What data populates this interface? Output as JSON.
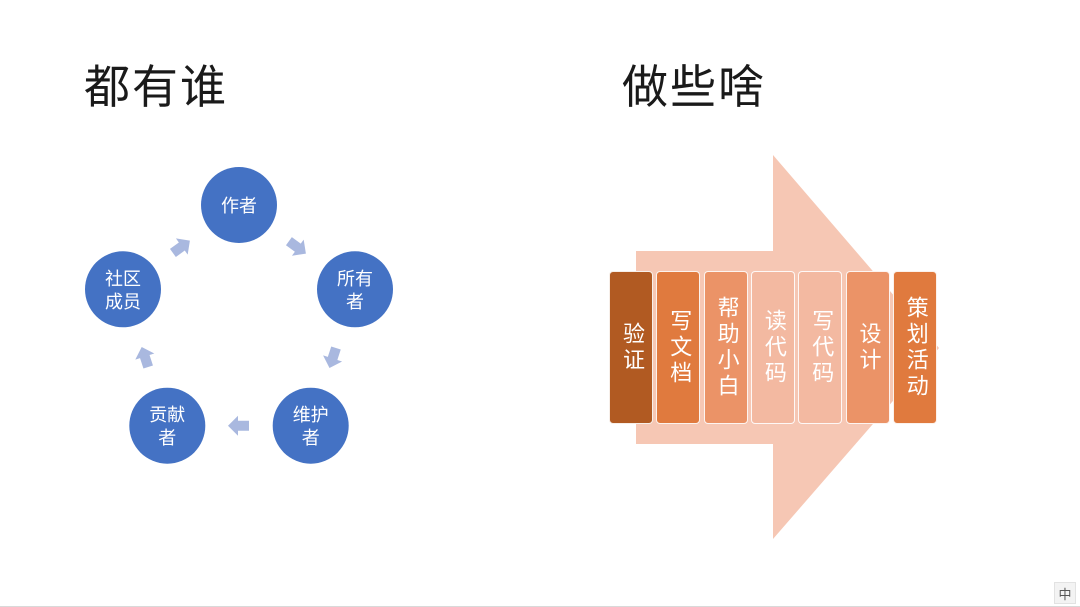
{
  "titles": {
    "left": "都有谁",
    "right": "做些啥"
  },
  "cycle": {
    "node_color": "#4472C4",
    "arrow_color": "#A9B8DF",
    "nodes": [
      {
        "lines": [
          "作者"
        ]
      },
      {
        "lines": [
          "所有",
          "者"
        ]
      },
      {
        "lines": [
          "维护",
          "者"
        ]
      },
      {
        "lines": [
          "贡献",
          "者"
        ]
      },
      {
        "lines": [
          "社区",
          "成员"
        ]
      }
    ]
  },
  "process": {
    "arrow_color": "#F6C7B4",
    "steps": [
      {
        "label": "验证",
        "color": "#B15A22"
      },
      {
        "label": "写文档",
        "color": "#E07A3E"
      },
      {
        "label": "帮助小白",
        "color": "#EB9367"
      },
      {
        "label": "读代码",
        "color": "#F3B9A1"
      },
      {
        "label": "写代码",
        "color": "#F3B9A1"
      },
      {
        "label": "设计",
        "color": "#EB9367"
      },
      {
        "label": "策划活动",
        "color": "#E07A3E"
      }
    ]
  },
  "ime": {
    "label": "中"
  }
}
